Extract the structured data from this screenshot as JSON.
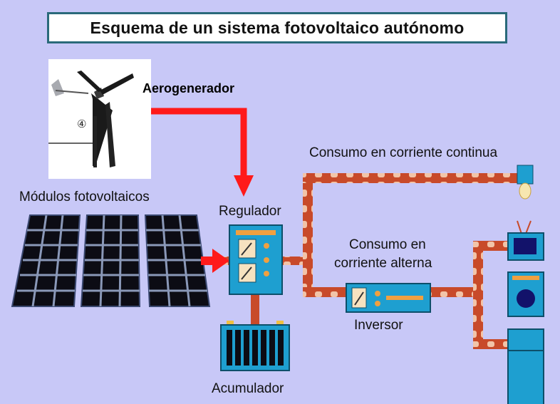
{
  "title": "Esquema de un sistema fotovoltaico autónomo",
  "labels": {
    "aerogenerador": "Aerogenerador",
    "modulos": "Módulos fotovoltaicos",
    "regulador": "Regulador",
    "consumo_cc": "Consumo en corriente continua",
    "consumo_ca_line1": "Consumo en",
    "consumo_ca_line2": "corriente alterna",
    "inversor": "Inversor",
    "acumulador": "Acumulador"
  },
  "photo": {
    "number_mark": "④"
  },
  "colors": {
    "background": "#c8c8f7",
    "title_border": "#2a6a7a",
    "wire": "#c84a2a",
    "wire_highlight": "#f2c4a8",
    "arrow": "#ff1a1a",
    "device_fill": "#1e9fd0",
    "device_border": "#0d4f6a",
    "panel_cell": "#0c0c14",
    "panel_grid": "#8a98b8"
  }
}
